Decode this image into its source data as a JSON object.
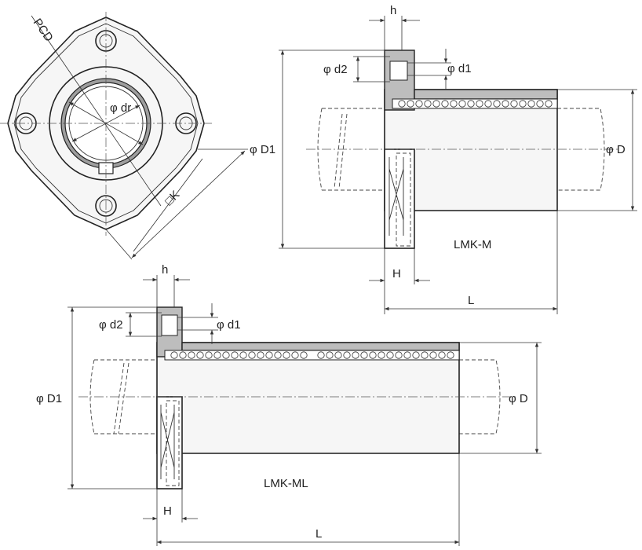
{
  "labels": {
    "pcd": "PCD",
    "dr": "φ dr",
    "k": "□K",
    "d1_front": "φ D1",
    "h_top": "h",
    "d2": "φ d2",
    "d1_small": "φ d1",
    "d_big": "φ D",
    "H": "H",
    "L": "L"
  },
  "models": {
    "m": "LMK-M",
    "ml": "LMK-ML"
  }
}
